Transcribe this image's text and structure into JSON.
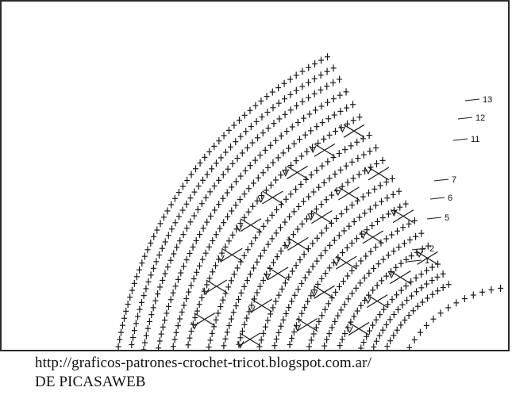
{
  "diagram": {
    "kind": "crochet-fan-chart",
    "symbols": [
      "+",
      "v",
      "x"
    ],
    "row_labels": [
      "1",
      "2",
      "5",
      "6",
      "7",
      "11",
      "12",
      "13"
    ]
  },
  "captions": {
    "url": "http://graficos-patrones-crochet-tricot.blogspot.com.ar/",
    "source": "DE PICASAWEB"
  }
}
